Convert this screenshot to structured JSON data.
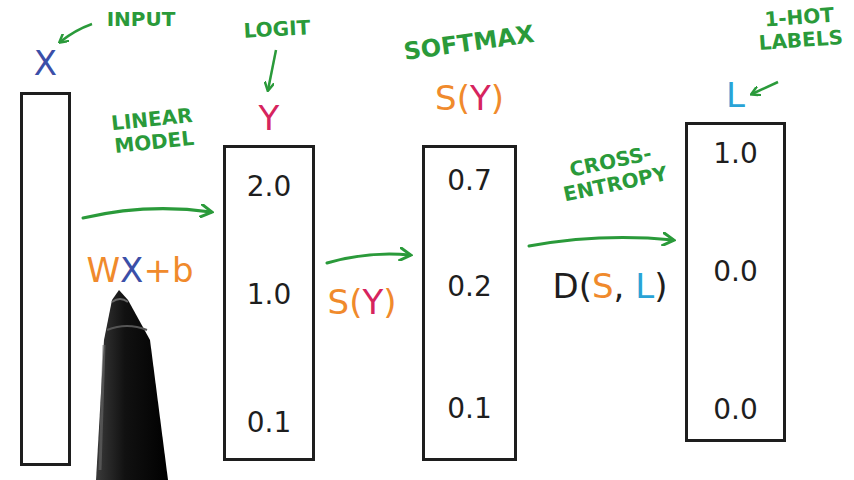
{
  "diagram": {
    "nodes": [
      {
        "text": [
          "X"
        ]
      },
      {
        "text": [
          "Y",
          "2.0",
          "1.0",
          "0.1"
        ]
      },
      {
        "text": [
          "S(Y)",
          "0.7",
          "0.2",
          "0.1"
        ]
      },
      {
        "text": [
          "L",
          "1.0",
          "0.0",
          "0.0"
        ]
      }
    ],
    "edges": [
      {
        "from": 0,
        "to": 1,
        "arrow": "to",
        "label": "WX+b"
      },
      {
        "from": 1,
        "to": 2,
        "arrow": "to",
        "label": "S(Y)"
      },
      {
        "from": 2,
        "to": 3,
        "arrow": "to",
        "label": "D(S, L)"
      }
    ],
    "labels": [
      "INPUT",
      "LOGIT",
      "SOFTMAX",
      "1-HOT LABELS",
      "LINEAR MODEL",
      "CROSS-ENTROPY"
    ]
  }
}
